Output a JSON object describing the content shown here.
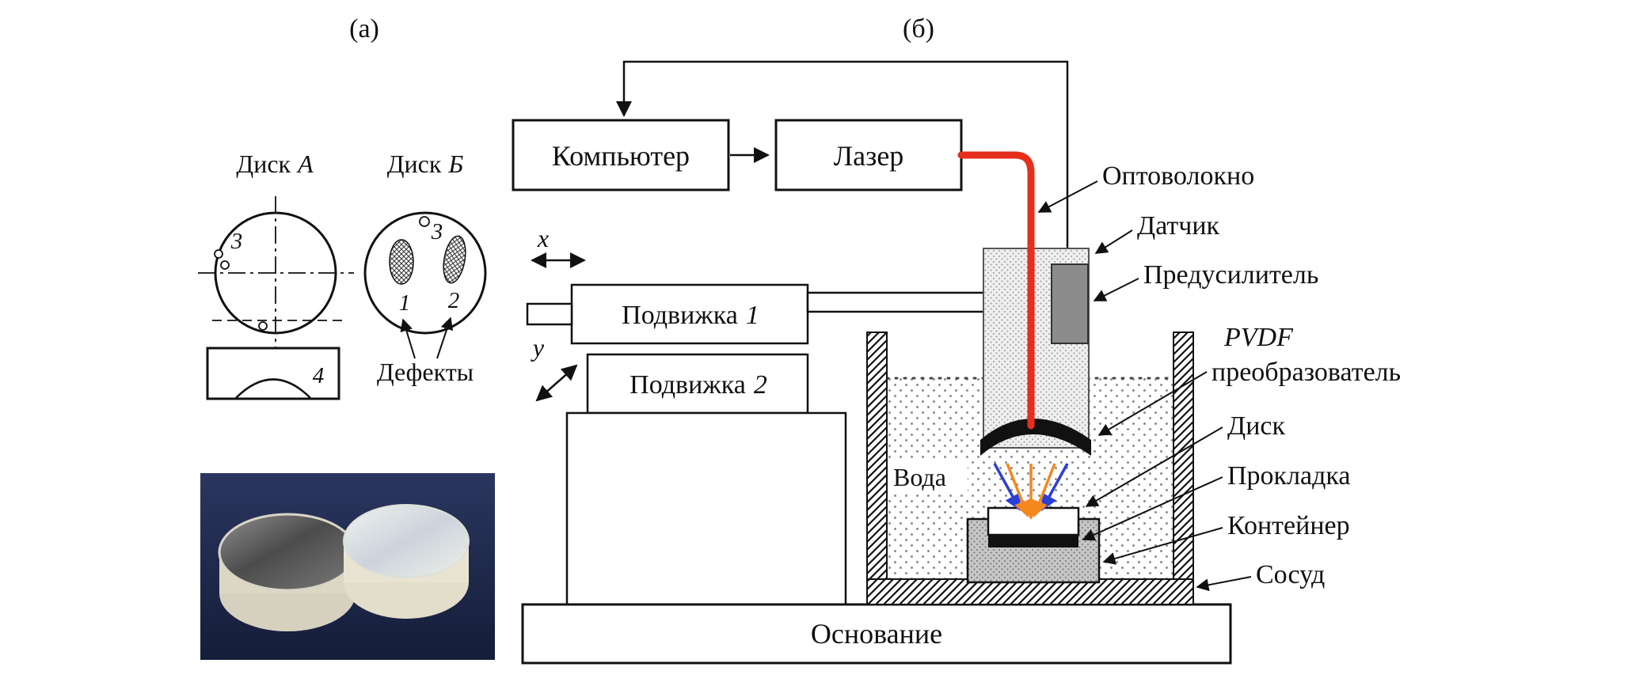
{
  "figure": {
    "panel_a_label": "(а)",
    "panel_b_label": "(б)"
  },
  "panel_a": {
    "disk_a": {
      "word": "Диск",
      "letter": "А"
    },
    "disk_b": {
      "word": "Диск",
      "letter": "Б"
    },
    "marks": {
      "m1": "1",
      "m2": "2",
      "m3_disk_a": "3",
      "m3_disk_b": "3",
      "m4": "4"
    },
    "defects_caption": "Дефекты"
  },
  "panel_b": {
    "computer": "Компьютер",
    "laser": "Лазер",
    "axis_x": "x",
    "axis_y": "y",
    "stage1": {
      "word": "Подвижка",
      "num": "1"
    },
    "stage2": {
      "word": "Подвижка",
      "num": "2"
    },
    "water": "Вода",
    "base": "Основание",
    "callouts": {
      "fiber": "Оптоволокно",
      "sensor": "Датчик",
      "preamp": "Предусилитель",
      "pvdf_line1": "PVDF",
      "pvdf_line2": "преобразователь",
      "disk": "Диск",
      "gasket": "Прокладка",
      "container": "Контейнер",
      "vessel": "Сосуд"
    }
  },
  "colors": {
    "fiber_red": "#e62e1d",
    "arrow_blue": "#2a3fd4",
    "arrow_orange": "#f5871f",
    "preamp_gray": "#8c8c8c",
    "ink": "#111111",
    "photo_background": "#1f2a4a"
  }
}
